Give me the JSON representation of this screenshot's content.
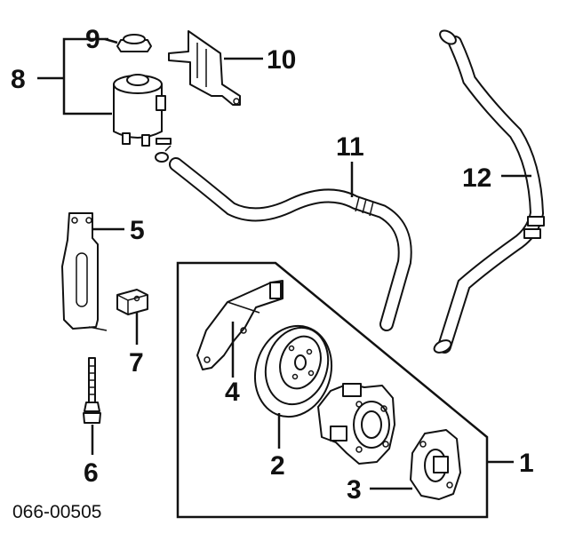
{
  "callouts": {
    "c1": "1",
    "c2": "2",
    "c3": "3",
    "c4": "4",
    "c5": "5",
    "c6": "6",
    "c7": "7",
    "c8": "8",
    "c9": "9",
    "c10": "10",
    "c11": "11",
    "c12": "12"
  },
  "diagram_code": "066-00505"
}
